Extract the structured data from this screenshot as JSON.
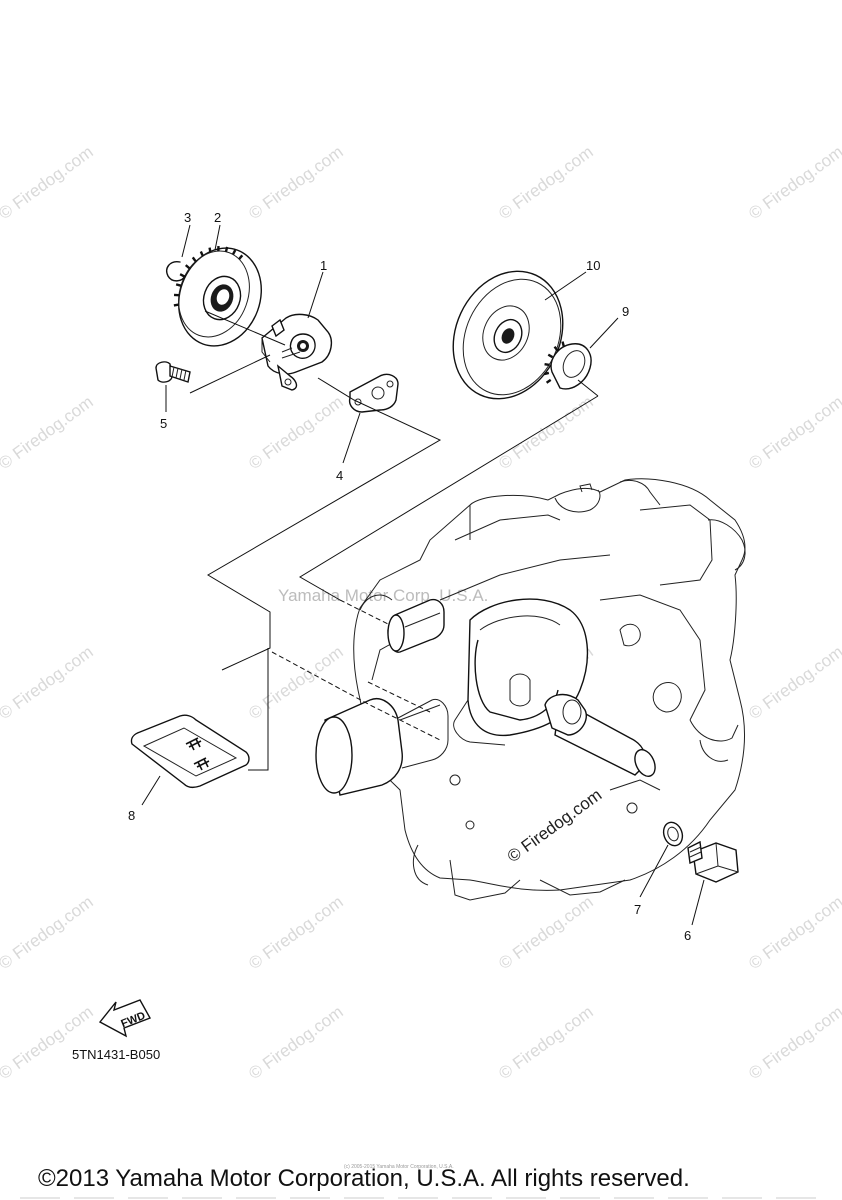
{
  "callouts": [
    "1",
    "2",
    "3",
    "4",
    "5",
    "6",
    "7",
    "8",
    "9",
    "10"
  ],
  "watermark": {
    "site_text": "© Firedog.com",
    "center_text": "Yamaha Motor Corp, U.S.A."
  },
  "diagram_code": "5TN1431-B050",
  "fwd_label": "FWD",
  "tiny_copyright": "(c) 2005-2015 Yamaha Motor Corporation, U.S.A.",
  "footer": {
    "copyright": "©2013 Yamaha Motor Corporation, U.S.A. All rights reserved."
  }
}
